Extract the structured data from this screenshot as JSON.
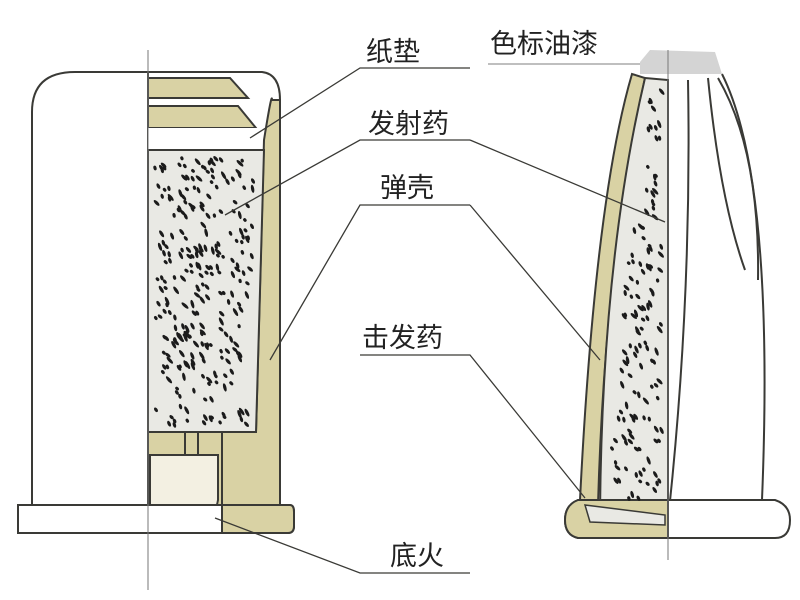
{
  "labels": {
    "paper_wad": "纸垫",
    "color_paint": "色标油漆",
    "propellant": "发射药",
    "case": "弹壳",
    "primer_compound": "击发药",
    "primer": "底火"
  },
  "colors": {
    "brass": "#d9d2a4",
    "powder": "#e9e9e4",
    "paint": "#d4d4d4",
    "line": "#3a3a36"
  }
}
